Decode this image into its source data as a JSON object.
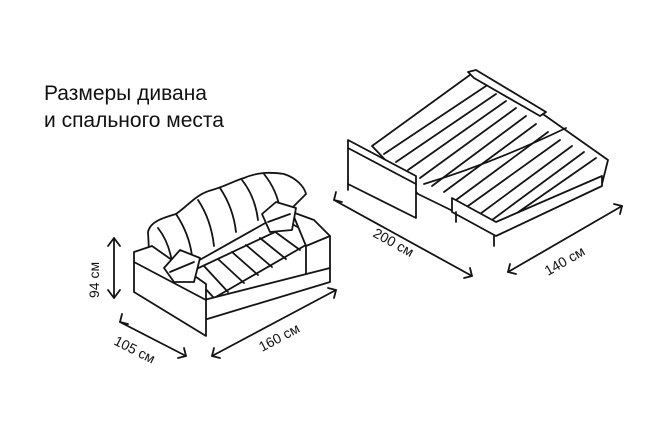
{
  "title": {
    "line1": "Размеры дивана",
    "line2": "и спального места"
  },
  "dimensions": {
    "height": "94 см",
    "depth": "105 см",
    "width": "160 см",
    "bed_length": "200 см",
    "bed_width": "140 см"
  }
}
